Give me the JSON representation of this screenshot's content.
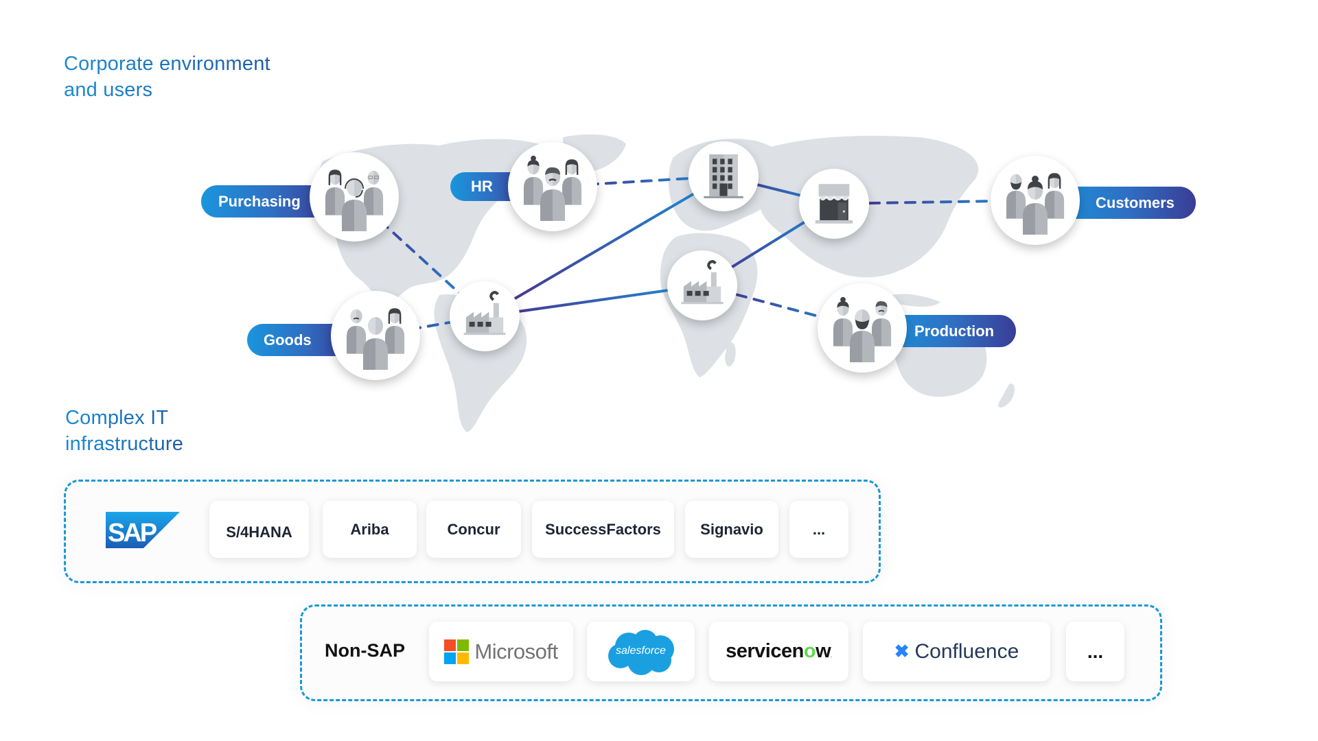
{
  "headings": {
    "corporate": [
      "Corporate environment",
      "and users"
    ],
    "it": [
      "Complex IT",
      "infrastructure"
    ]
  },
  "colors": {
    "heading": "#1b73b8",
    "pill_start": "#1a95dd",
    "pill_end": "#3a3d96",
    "line_blue": "#1f8fd8",
    "line_purple": "#4a2d86",
    "dashed_border": "#1799d6",
    "map_land": "#dde1e6"
  },
  "map": {
    "groups": [
      {
        "id": "purchasing",
        "label": "Purchasing",
        "icon": "people-headset-icon"
      },
      {
        "id": "hr",
        "label": "HR",
        "icon": "people-group-icon"
      },
      {
        "id": "goods",
        "label": "Goods",
        "icon": "people-group-icon"
      },
      {
        "id": "customers",
        "label": "Customers",
        "icon": "people-group-icon"
      },
      {
        "id": "production",
        "label": "Production",
        "icon": "people-group-icon"
      }
    ],
    "facilities": [
      {
        "id": "office",
        "icon": "office-building-icon"
      },
      {
        "id": "store",
        "icon": "storefront-icon"
      },
      {
        "id": "factory-americas",
        "icon": "factory-icon"
      },
      {
        "id": "factory-africa",
        "icon": "factory-icon"
      }
    ],
    "connections": [
      {
        "from": "purchasing",
        "to": "factory-americas",
        "style": "dashed"
      },
      {
        "from": "goods",
        "to": "factory-americas",
        "style": "dashed"
      },
      {
        "from": "hr",
        "to": "office",
        "style": "dashed"
      },
      {
        "from": "factory-americas",
        "to": "office",
        "style": "solid"
      },
      {
        "from": "factory-americas",
        "to": "factory-africa",
        "style": "solid"
      },
      {
        "from": "office",
        "to": "store",
        "style": "solid"
      },
      {
        "from": "factory-africa",
        "to": "store",
        "style": "solid"
      },
      {
        "from": "store",
        "to": "customers",
        "style": "dashed"
      },
      {
        "from": "factory-africa",
        "to": "production",
        "style": "dashed"
      }
    ]
  },
  "sap": {
    "logo_text": "SAP",
    "products": [
      "S/4HANA",
      "Ariba",
      "Concur",
      "SuccessFactors",
      "Signavio",
      "..."
    ]
  },
  "non_sap": {
    "label": "Non-SAP",
    "products": [
      {
        "name": "Microsoft",
        "icon": "microsoft-logo-icon"
      },
      {
        "name": "salesforce",
        "icon": "salesforce-cloud-icon"
      },
      {
        "name": "servicenow",
        "icon": "servicenow-logo-icon"
      },
      {
        "name": "Confluence",
        "icon": "confluence-logo-icon"
      },
      {
        "name": "...",
        "icon": ""
      }
    ]
  }
}
